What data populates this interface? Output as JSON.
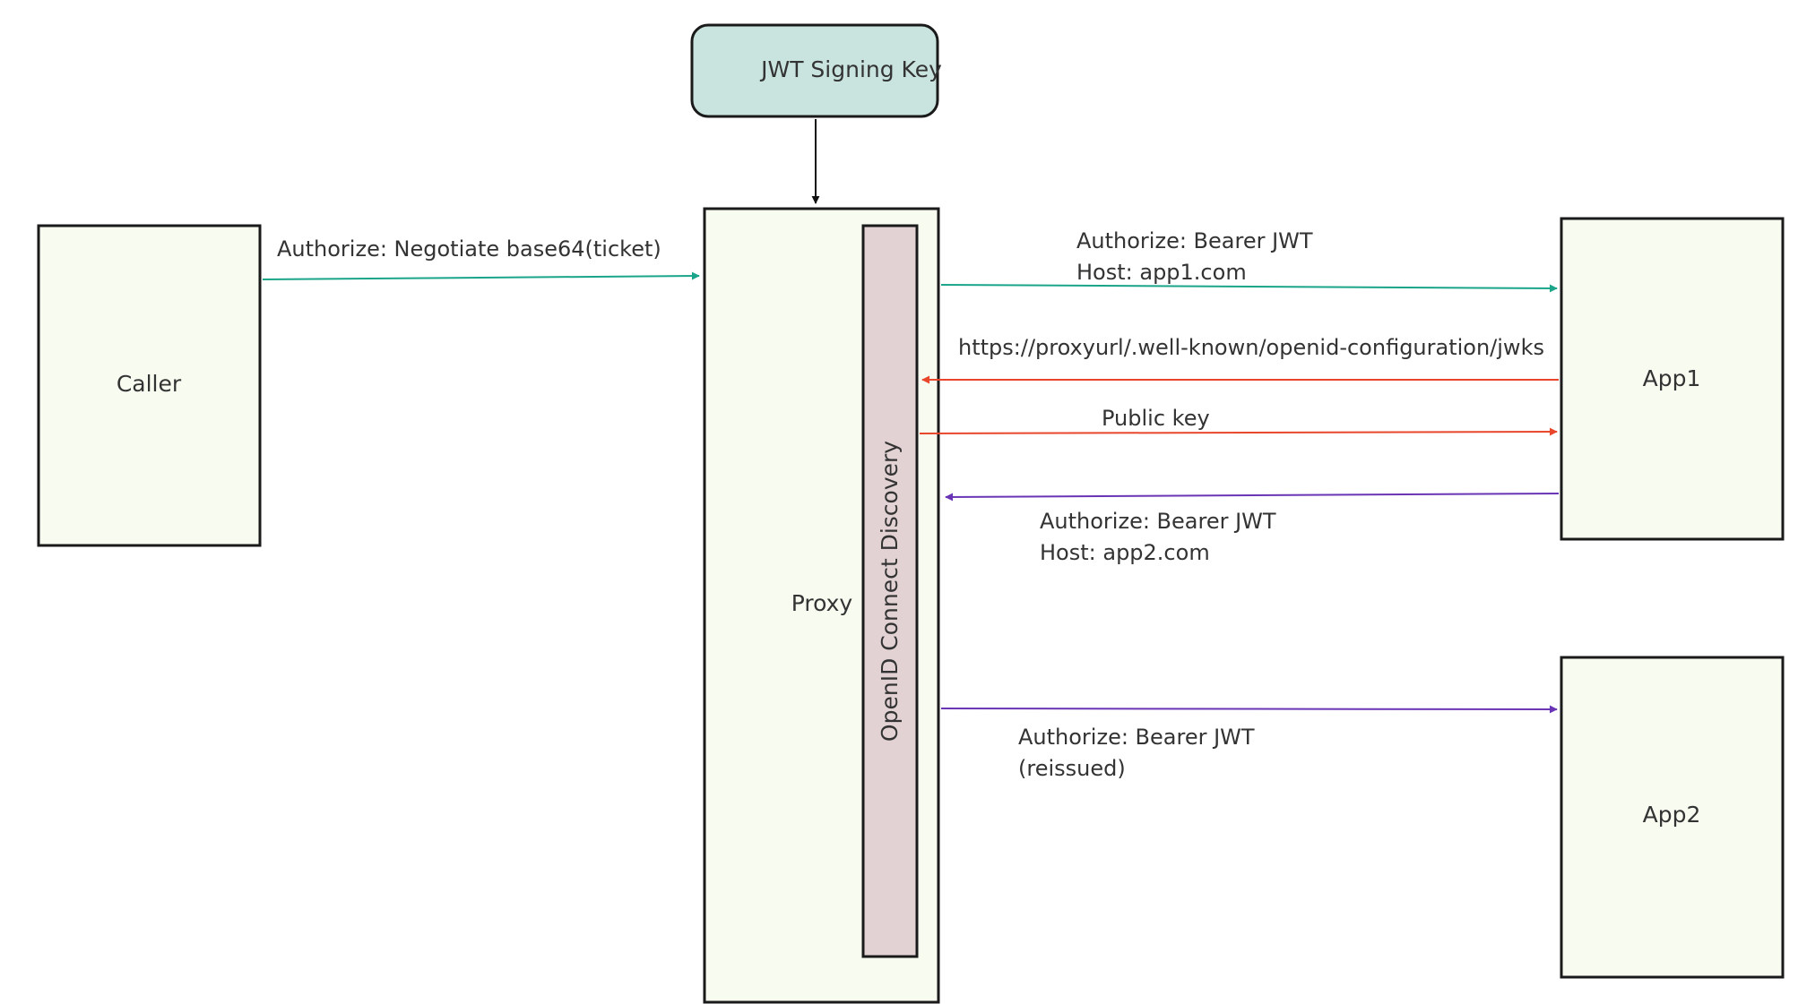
{
  "nodes": {
    "signing_key": {
      "label": "JWT Signing Key",
      "fill": "#c9e4df"
    },
    "caller": {
      "label": "Caller",
      "fill": "#f7fbf0"
    },
    "proxy": {
      "label": "Proxy",
      "fill": "#f7fbf0"
    },
    "oidc": {
      "label": "OpenID Connect Discovery",
      "fill": "#e2d2d4"
    },
    "app1": {
      "label": "App1",
      "fill": "#f7fbf0"
    },
    "app2": {
      "label": "App2",
      "fill": "#f7fbf0"
    }
  },
  "edges": {
    "caller_to_proxy": {
      "line1": "Authorize: Negotiate base64(ticket)",
      "color": "#1aa58a"
    },
    "proxy_to_app1": {
      "line1": "Authorize: Bearer JWT",
      "line2": "Host: app1.com",
      "color": "#1aa58a"
    },
    "app1_to_oidc": {
      "line1": "https://proxyurl/.well-known/openid-configuration/jwks",
      "color": "#e8472c"
    },
    "oidc_to_app1": {
      "line1": "Public key",
      "color": "#e8472c"
    },
    "app1_to_proxy": {
      "line1": "Authorize: Bearer JWT",
      "line2": "Host: app2.com",
      "color": "#6a35b5"
    },
    "proxy_to_app2": {
      "line1": "Authorize: Bearer JWT",
      "line2": "(reissued)",
      "color": "#6a35b5"
    },
    "key_to_proxy": {
      "color": "#111111"
    }
  }
}
